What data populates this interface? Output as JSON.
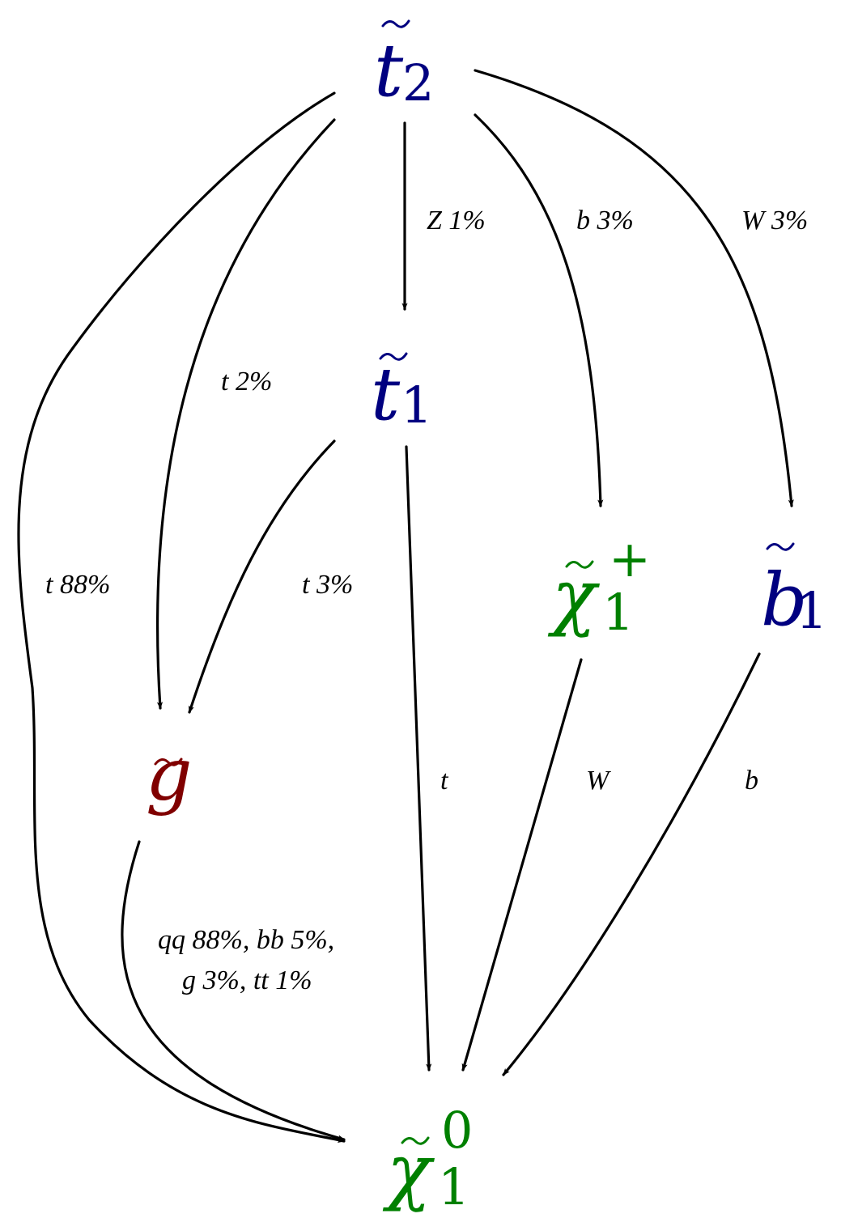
{
  "colors": {
    "stop": "#000080",
    "neutralino": "#008000",
    "gluino": "#800000",
    "arrow": "#000000"
  },
  "nodes": {
    "t2": {
      "base": "t",
      "sub": "2",
      "sup": ""
    },
    "t1": {
      "base": "t",
      "sub": "1",
      "sup": ""
    },
    "chi1plus": {
      "base": "χ",
      "sub": "1",
      "sup": "+"
    },
    "b1": {
      "base": "b",
      "sub": "1",
      "sup": ""
    },
    "gluino": {
      "base": "g",
      "sub": "",
      "sup": ""
    },
    "chi10": {
      "base": "χ",
      "sub": "1",
      "sup": "0"
    }
  },
  "edges": {
    "t2_t1": "Z 1%",
    "t2_chi1plus": "b 3%",
    "t2_b1": "W 3%",
    "t2_gluino": "t 2%",
    "t2_chi10": "t 88%",
    "t1_gluino": "t 3%",
    "t1_chi10": "t",
    "chi1plus_chi10": "W",
    "b1_chi10": "b",
    "gluino_chi10_line1": "qq 88%, bb 5%,",
    "gluino_chi10_line2": "g 3%, tt 1%"
  }
}
